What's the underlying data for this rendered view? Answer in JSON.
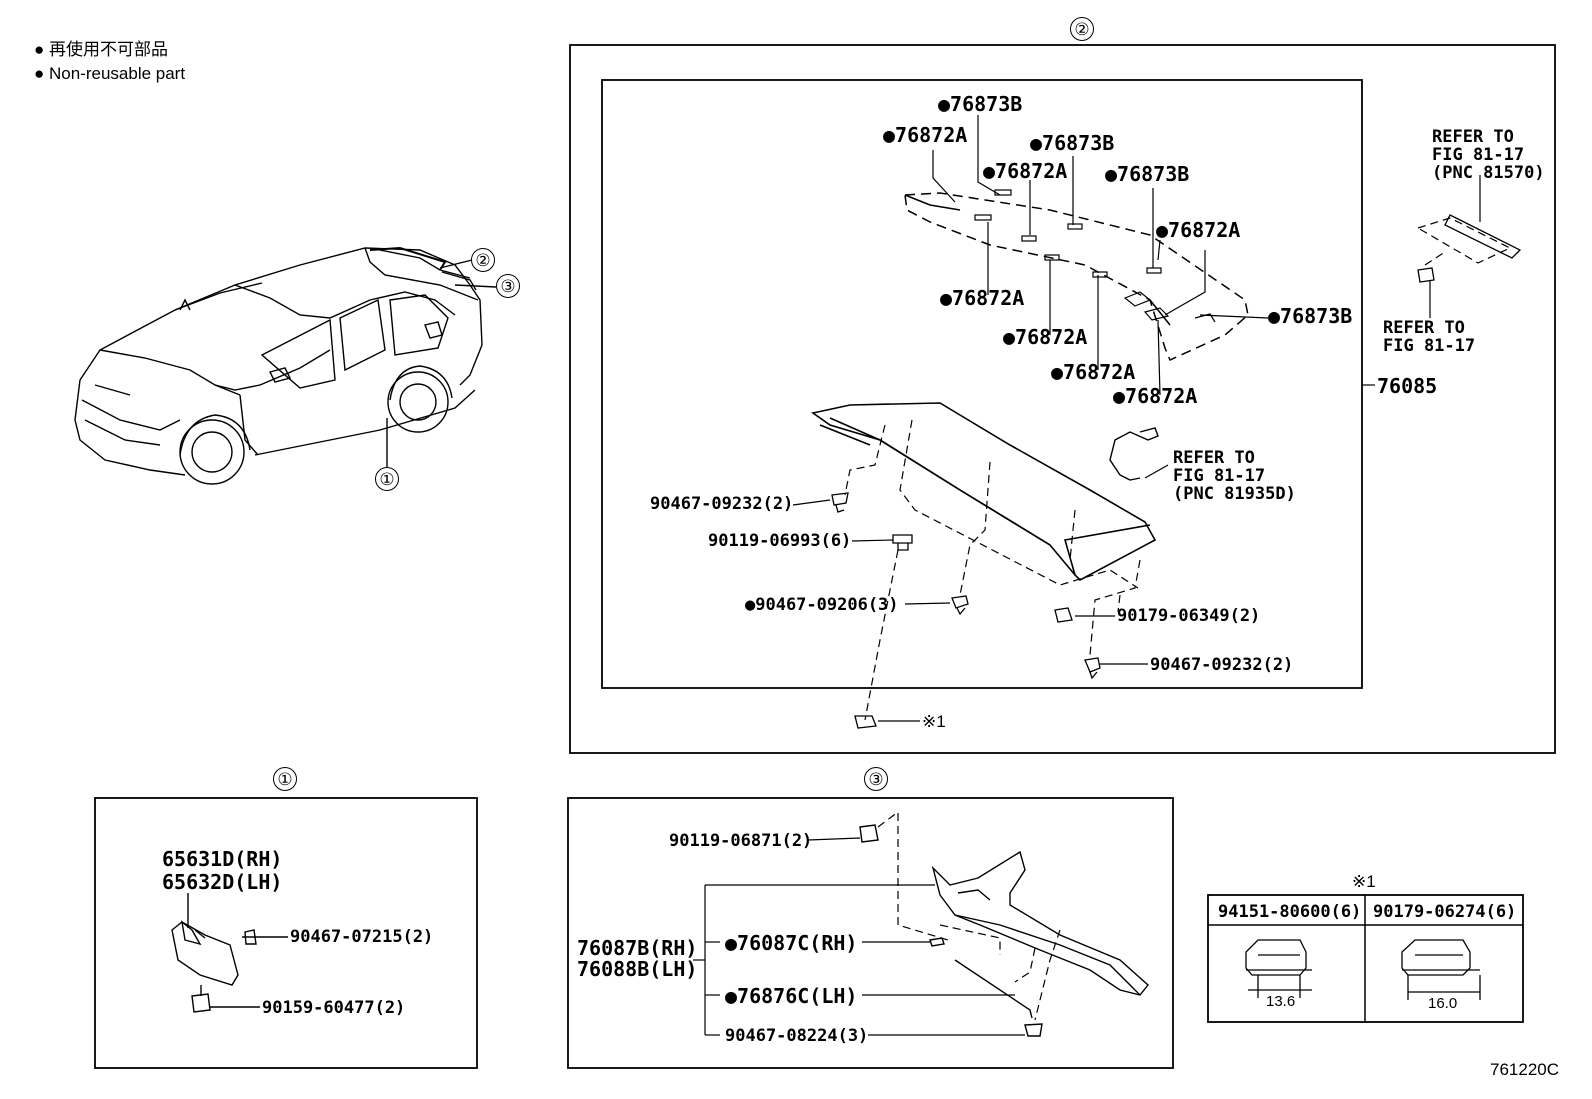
{
  "legend": {
    "jp": "● 再使用不可部品",
    "en": "● Non-reusable part"
  },
  "callouts": {
    "one": "①",
    "two": "②",
    "three": "③"
  },
  "section2": {
    "labels": [
      "●76873B",
      "●76872A",
      "●76873B",
      "●76872A",
      "●76873B",
      "●76872A",
      "●76872A",
      "●76872A",
      "●76873B",
      "●76872A",
      "●76872A"
    ],
    "assembly": "76085",
    "refer_top": [
      "REFER TO",
      "FIG 81-17",
      "(PNC 81570)"
    ],
    "refer_mid": [
      "REFER TO",
      "FIG 81-17"
    ],
    "refer_wire": [
      "REFER TO",
      "FIG 81-17",
      "(PNC 81935D)"
    ],
    "fasteners": [
      "90467-09232(2)",
      "90119-06993(6)",
      "●90467-09206(3)",
      "90179-06349(2)",
      "90467-09232(2)"
    ],
    "note_ref": "※1"
  },
  "section1": {
    "part_rh": "65631D(RH)",
    "part_lh": "65632D(LH)",
    "fastener_a": "90467-07215(2)",
    "fastener_b": "90159-60477(2)"
  },
  "section3": {
    "top_fastener": "90119-06871(2)",
    "assy_rh": "76087B(RH)",
    "assy_lh": "76088B(LH)",
    "sub_rh": "●76087C(RH)",
    "sub_lh": "●76876C(LH)",
    "clip": "90467-08224(3)"
  },
  "note_table": {
    "mark": "※1",
    "cols": [
      "94151-80600(6)",
      "90179-06274(6)"
    ],
    "dims": [
      "13.6",
      "16.0"
    ]
  },
  "figure_id": "761220C"
}
